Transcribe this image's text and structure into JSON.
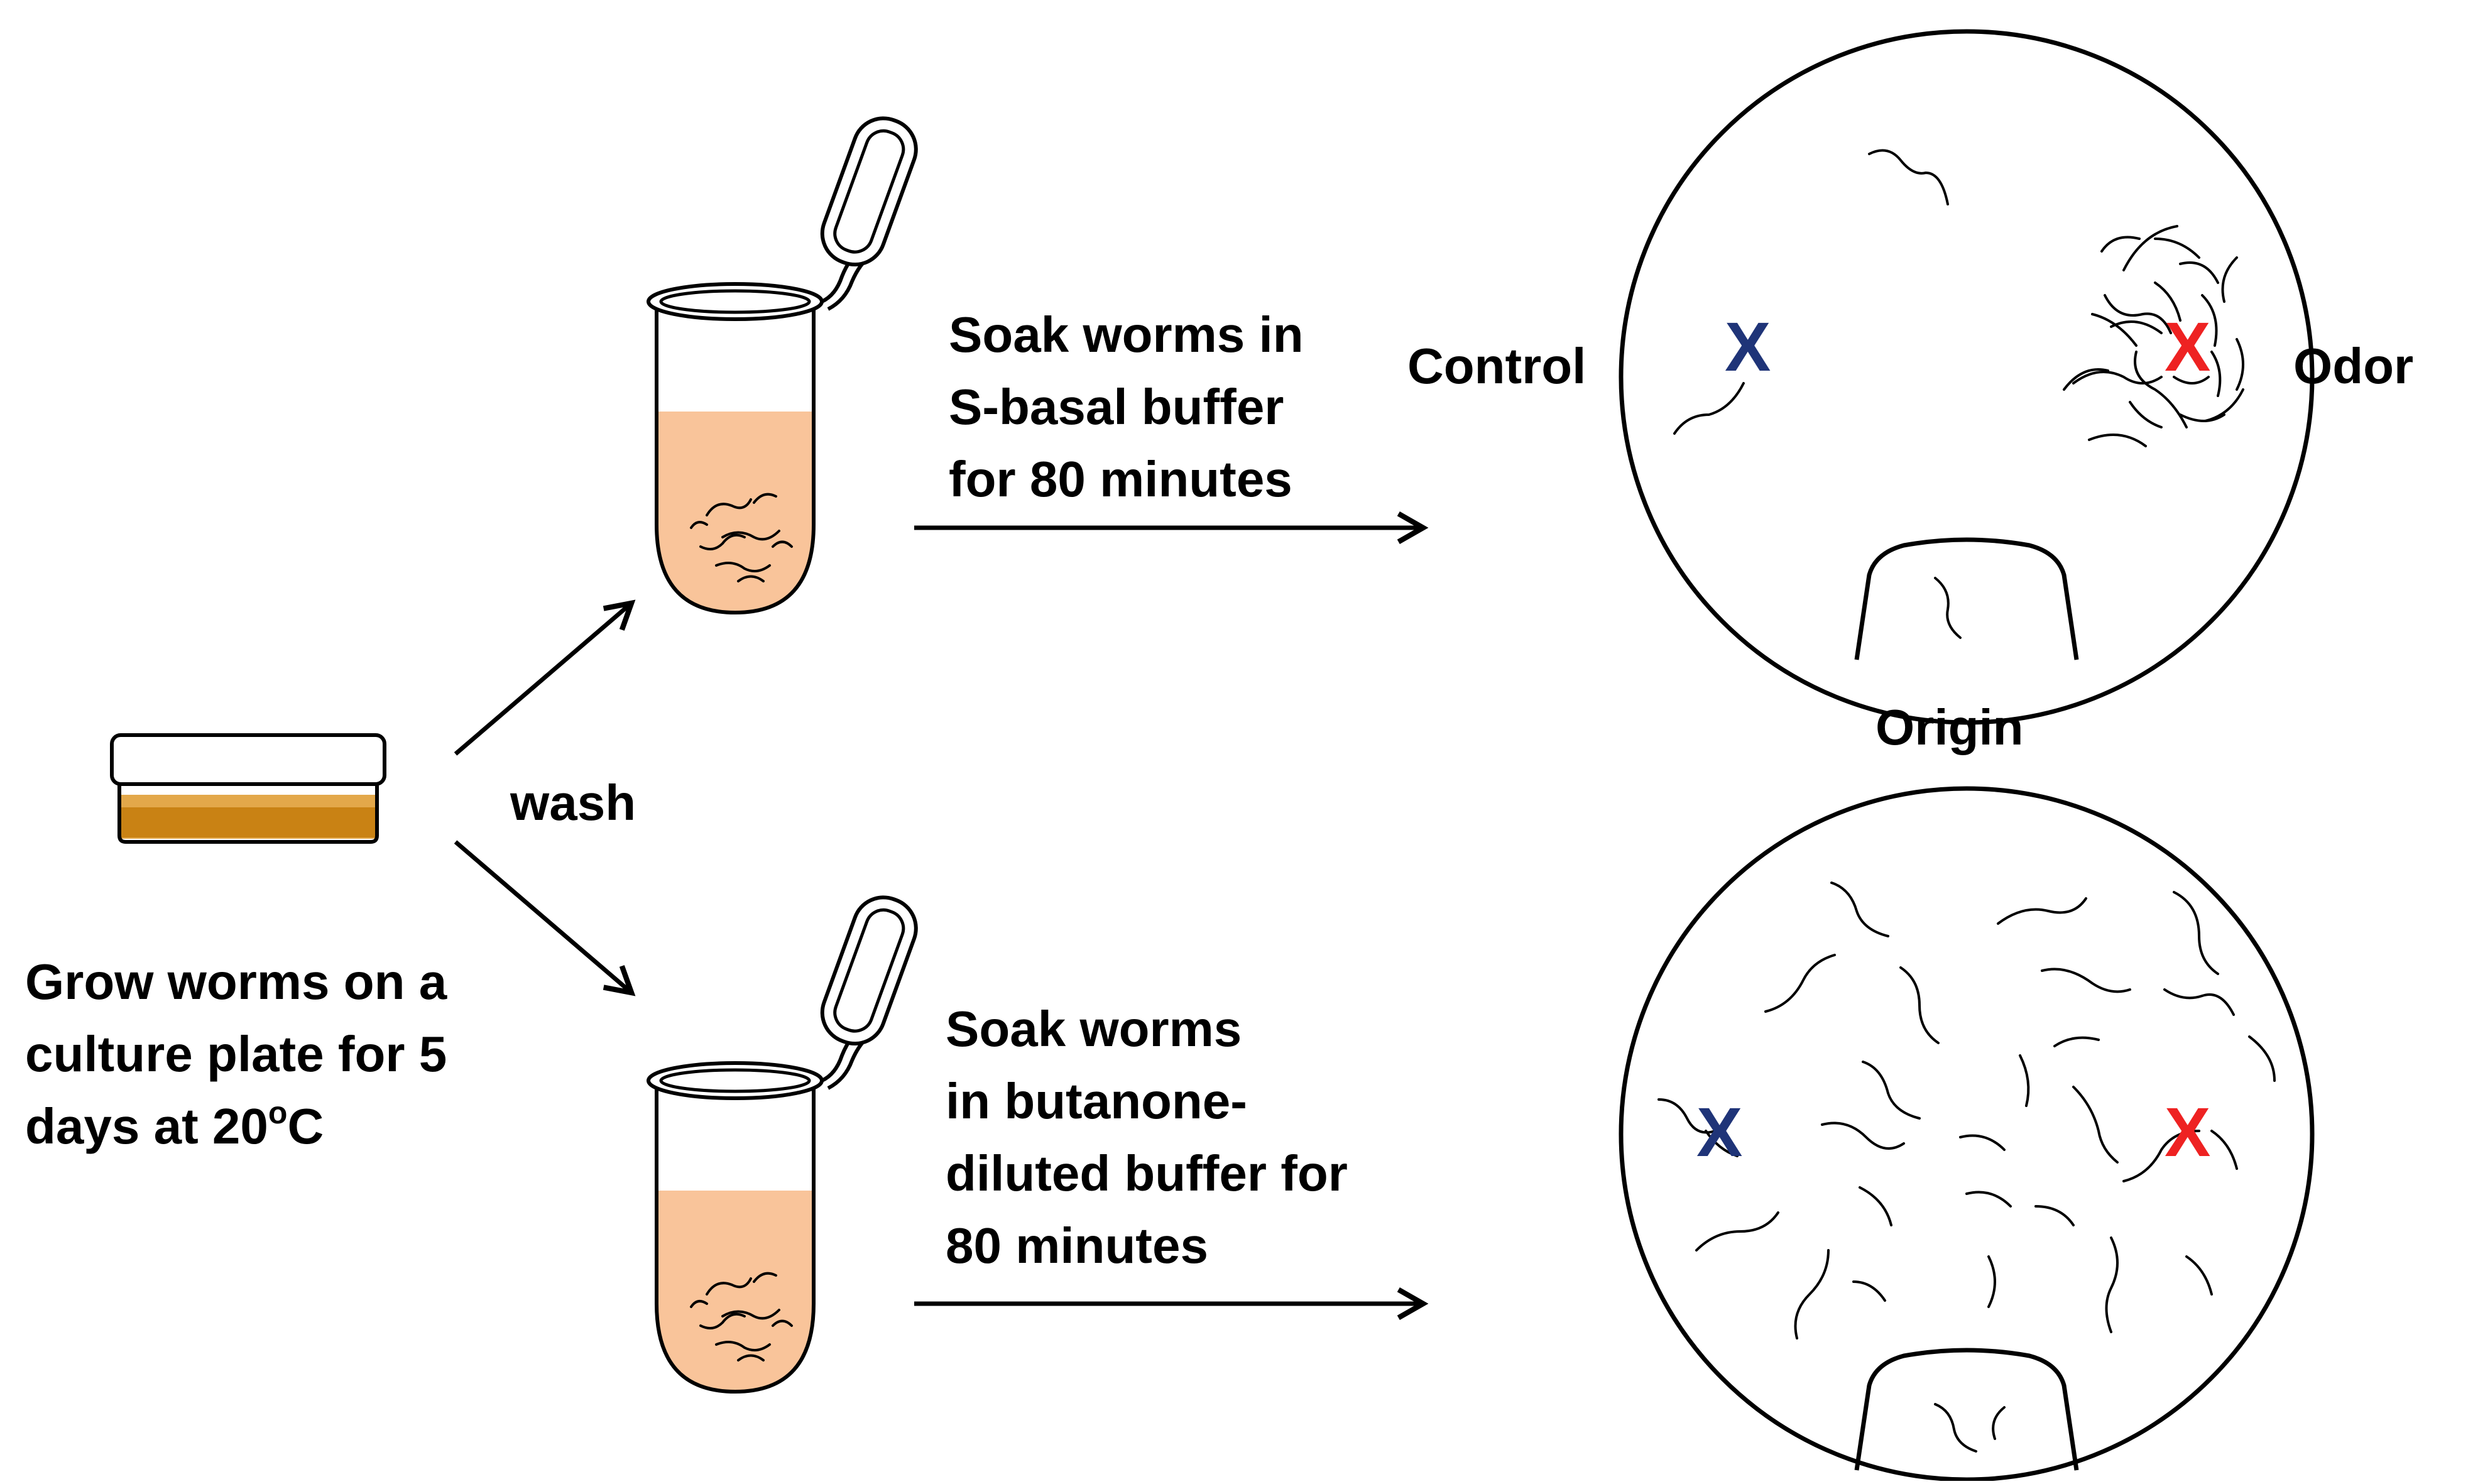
{
  "labels": {
    "plate_caption": [
      "Grow worms on a",
      "culture plate for 5",
      "days at 20"
    ],
    "plate_caption_sup": "o",
    "plate_caption_unit": "C",
    "wash": "wash",
    "top_step": [
      "Soak worms in",
      "S-basal buffer",
      "for 80 minutes"
    ],
    "bottom_step": [
      "Soak worms",
      "in butanone-",
      "diluted buffer for",
      "80 minutes"
    ],
    "control": "Control",
    "odor": "Odor",
    "origin": "Origin",
    "marker": "X"
  },
  "colors": {
    "control_marker": "#1f3478",
    "odor_marker": "#ee2222",
    "buffer": "#f9c49a",
    "agar": "#c98214",
    "agar_light": "#e3a84a",
    "stroke": "#000000"
  }
}
